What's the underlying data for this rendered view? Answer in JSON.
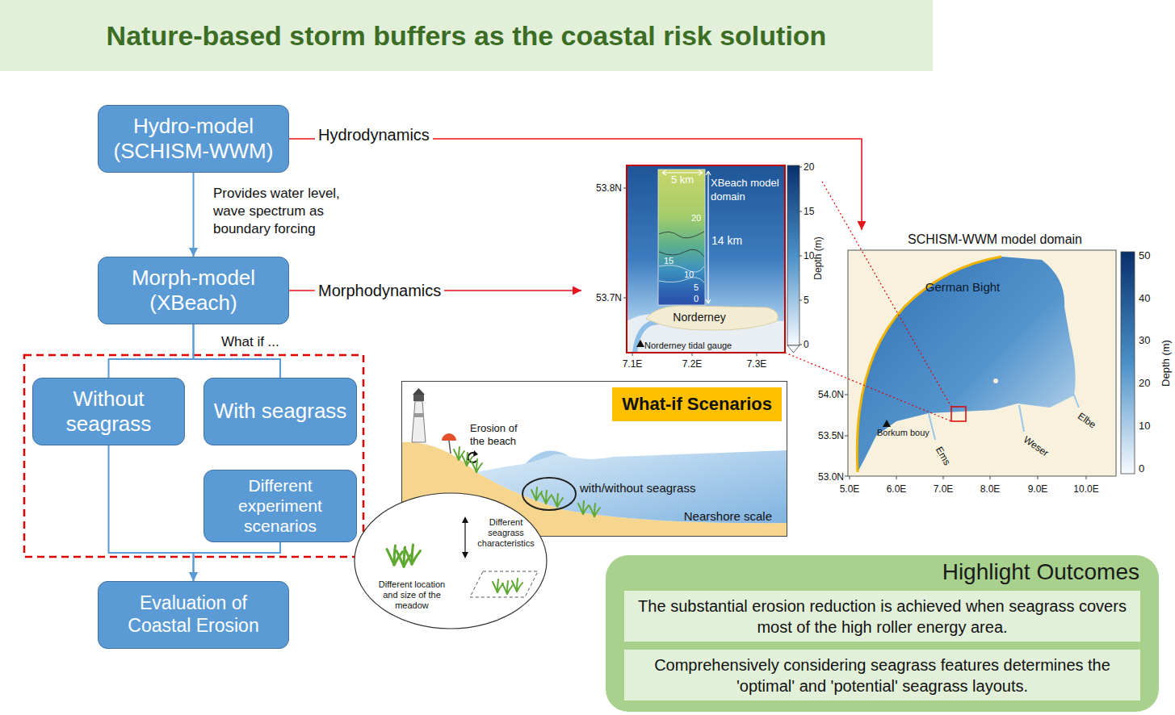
{
  "diagram": {
    "title": "Nature-based storm buffers as the coastal risk solution",
    "nodes": [
      {
        "text": [
          "Hydro-model (SCHISM-WWM)"
        ]
      },
      {
        "text": [
          "Morph-model (XBeach)"
        ]
      },
      {
        "text": [
          "Without seagrass"
        ]
      },
      {
        "text": [
          "With seagrass"
        ]
      },
      {
        "text": [
          "Different experiment scenarios"
        ]
      },
      {
        "text": [
          "Evaluation of Coastal Erosion"
        ]
      },
      {
        "text": [
          "XBeach model domain",
          "Norderney",
          "Norderney tidal gauge"
        ]
      },
      {
        "text": [
          "SCHISM-WWM model domain"
        ]
      },
      {
        "text": [
          "Erosion of the beach",
          "with/without seagrass",
          "Nearshore scale"
        ]
      },
      {
        "text": [
          "What-if Scenarios"
        ],
        "in": 8
      },
      {
        "text": [
          "Different seagrass characteristics",
          "Different location and size of the meadow"
        ]
      },
      {
        "text": [
          "Highlight Outcomes"
        ]
      },
      {
        "text": [
          "The substantial erosion reduction is achieved when seagrass covers most of the high roller energy area."
        ],
        "in": 11
      },
      {
        "text": [
          "Comprehensively considering seagrass features determines the 'optimal' and 'potential' seagrass layouts."
        ],
        "in": 11
      }
    ],
    "edges": [
      {
        "from": 0,
        "to": 1,
        "label": "Provides water level, wave spectrum as boundary forcing",
        "arrow": "to"
      },
      {
        "from": 1,
        "to": 2,
        "label": "What if ...",
        "arrow": "none"
      },
      {
        "from": 1,
        "to": 3,
        "arrow": "none"
      },
      {
        "from": 2,
        "to": 5,
        "arrow": "to"
      },
      {
        "from": 4,
        "to": 5,
        "arrow": "to"
      },
      {
        "from": 0,
        "to": 7,
        "label": "Hydrodynamics",
        "arrow": "to"
      },
      {
        "from": 1,
        "to": 6,
        "label": "Morphodynamics",
        "arrow": "to"
      }
    ],
    "labels": [
      "5 km",
      "14 km",
      "20",
      "15",
      "10",
      "5",
      "0",
      "20",
      "15",
      "10",
      "5",
      "0",
      "Depth (m)",
      "53.8N",
      "53.7N",
      "7.1E",
      "7.2E",
      "7.3E",
      "German Bight",
      "Borkum bouy",
      "Ems",
      "Weser",
      "Elbe",
      "54.0N",
      "53.5N",
      "53.0N",
      "5.0E",
      "6.0E",
      "7.0E",
      "8.0E",
      "9.0E",
      "10.0E",
      "50",
      "40",
      "30",
      "20",
      "10",
      "0",
      "Depth (m)"
    ]
  }
}
